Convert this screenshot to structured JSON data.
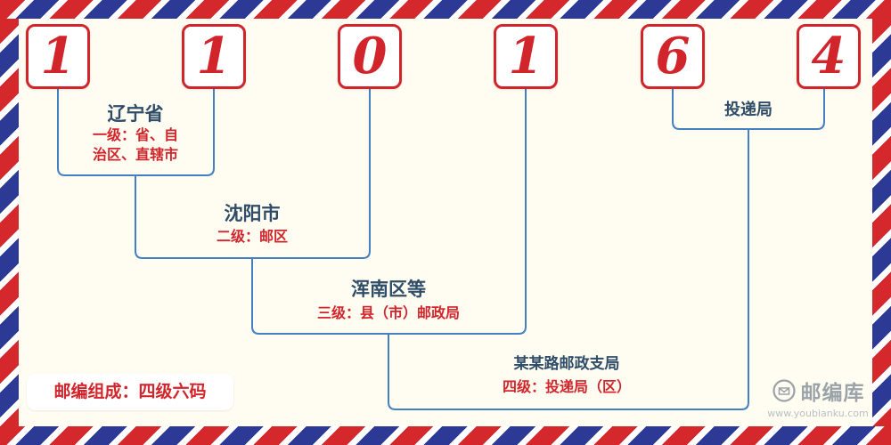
{
  "postal_code": {
    "digits": [
      "1",
      "1",
      "0",
      "1",
      "6",
      "4"
    ]
  },
  "levels": [
    {
      "name": "辽宁省",
      "desc_lines": [
        "一级：省、自",
        "治区、直辖市"
      ]
    },
    {
      "name": "沈阳市",
      "desc": "二级：邮区"
    },
    {
      "name": "浑南区等",
      "desc": "三级：县（市）邮政局"
    },
    {
      "name": "某某路邮政支局",
      "desc": "四级：投递局（区）"
    },
    {
      "name": "投递局"
    }
  ],
  "footer": {
    "composition": "邮编组成：四级六码"
  },
  "brand": {
    "name": "邮编库",
    "url": "www.youbianku.com",
    "logo_icon": "envelope-circle-icon"
  },
  "colors": {
    "digit_red": "#d2252b",
    "line_blue": "#4480c0",
    "name_navy": "#2f4d68",
    "stripe_red": "#d5282d",
    "stripe_blue": "#2c3a96",
    "background": "#fffdf2"
  }
}
